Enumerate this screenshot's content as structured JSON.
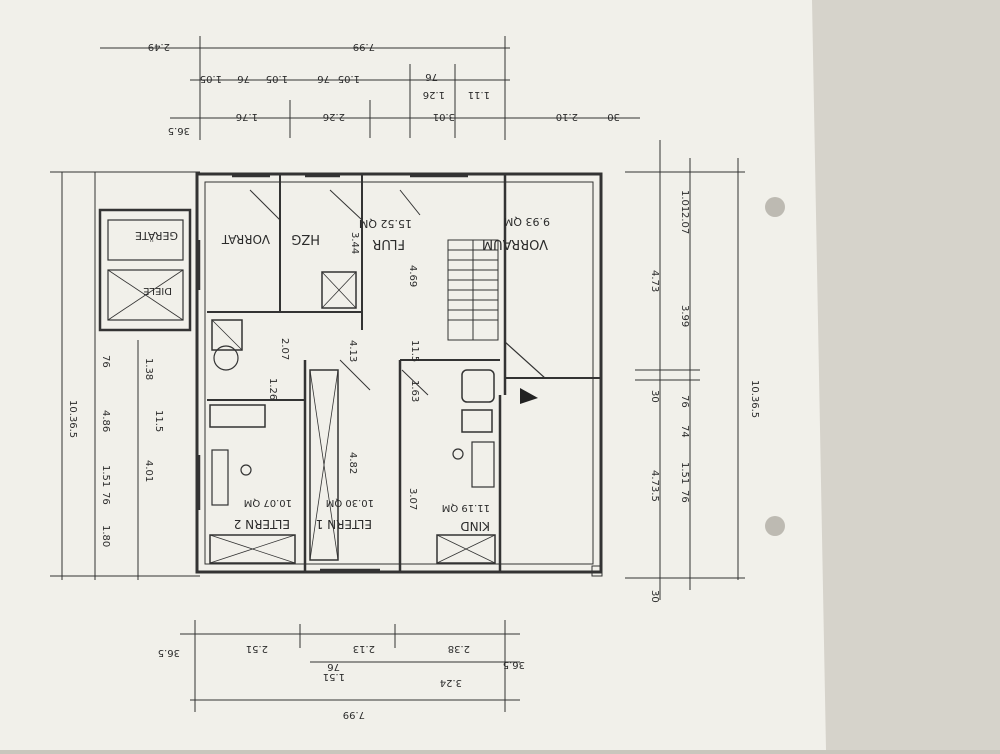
{
  "photo": {
    "subject": "hand-drawn floor plan sketch on paper",
    "paper_color": "#f1f0ea",
    "ink_color": "#2b2b2b"
  },
  "rooms": {
    "vorraum": {
      "name": "VORRAUM",
      "area": "9.93 QM"
    },
    "flur": {
      "name": "FLUR",
      "area": "15.52 QM"
    },
    "hzg": {
      "name": "HZG"
    },
    "vorrat": {
      "name": "VORRAT"
    },
    "geraete": {
      "name": "GERÄTE"
    },
    "diele": {
      "name": "DIELE"
    },
    "eltern1": {
      "name": "ELTERN 1",
      "area": "10.30 QM"
    },
    "eltern2": {
      "name": "ELTERN 2",
      "area": "10.07 QM"
    },
    "kind": {
      "name": "KIND",
      "area": "11.19 QM"
    }
  },
  "dimensions": {
    "top_total": "7.99",
    "top_left": "2.49",
    "top_segments": [
      "30",
      "2.10",
      "3.01",
      "2.26",
      "1.76",
      "36.5"
    ],
    "top_small": [
      "1.05",
      "76",
      "1.05",
      "76",
      "1.05",
      "1.26",
      "76",
      "1.11"
    ],
    "right_total": "10.36.5",
    "right_segments": [
      "4.73",
      "30",
      "4.73.5",
      "30"
    ],
    "right_inner": [
      "1.01",
      "2.07",
      "3.99",
      "76",
      "74",
      "1.51",
      "76"
    ],
    "left_total": "10.36.5",
    "left_segments": [
      "76",
      "4.86",
      "1.51",
      "76",
      "1.80"
    ],
    "left_inner": [
      "1.38",
      "4.01",
      "11.5"
    ],
    "bottom_total": "7.99",
    "bottom_segments": [
      "36.5",
      "2.38",
      "2.13",
      "2.51",
      "36.5"
    ],
    "bottom_small": [
      "3.24",
      "1.51",
      "76"
    ],
    "interior": [
      "3.44",
      "4.69",
      "4.13",
      "4.82",
      "3.07",
      "1.63",
      "2.07",
      "1.26",
      "11.5"
    ]
  }
}
